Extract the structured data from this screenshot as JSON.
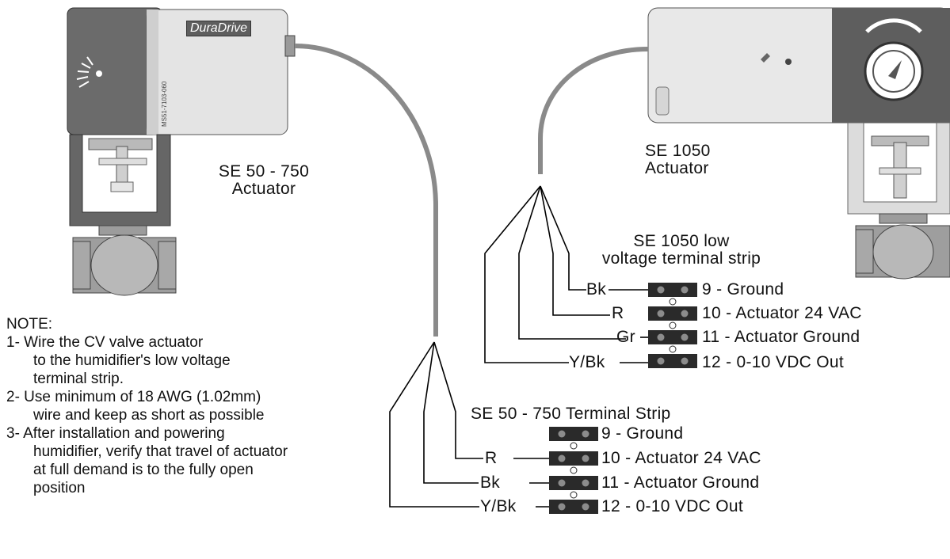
{
  "left_actuator": {
    "brand": "DuraDrive",
    "model_number": "MS51-7103-060",
    "label_line1": "SE 50 - 750",
    "label_line2": "Actuator"
  },
  "right_actuator": {
    "label_line1": "SE 1050",
    "label_line2": "Actuator"
  },
  "strip_1050": {
    "title_line1": "SE 1050 low",
    "title_line2": "voltage terminal strip",
    "wires": [
      "Bk",
      "R",
      "Gr",
      "Y/Bk"
    ],
    "terminals": [
      "9 - Ground",
      "10 - Actuator 24 VAC",
      "11 - Actuator Ground",
      "12 - 0-10 VDC Out"
    ]
  },
  "strip_50_750": {
    "title": "SE 50 - 750 Terminal Strip",
    "wires": [
      "R",
      "Bk",
      "Y/Bk"
    ],
    "terminals": [
      "9 - Ground",
      "10 - Actuator 24 VAC",
      "11 - Actuator Ground",
      "12 - 0-10 VDC Out"
    ]
  },
  "note": {
    "heading": "NOTE:",
    "lines": [
      "1- Wire the CV valve actuator",
      "to the humidifier's low voltage",
      "terminal strip.",
      "2- Use minimum of 18 AWG (1.02mm)",
      "wire and keep as short as possible",
      "3- After installation and powering",
      "humidifier, verify that travel of actuator",
      "at full demand is to the fully open",
      "position"
    ]
  },
  "colors": {
    "actuator_gray": "#6b6b6b",
    "actuator_light": "#e2e2e2",
    "cable": "#8a8a8a",
    "terminal": "#2a2a2a",
    "screw": "#8c8c8c"
  }
}
